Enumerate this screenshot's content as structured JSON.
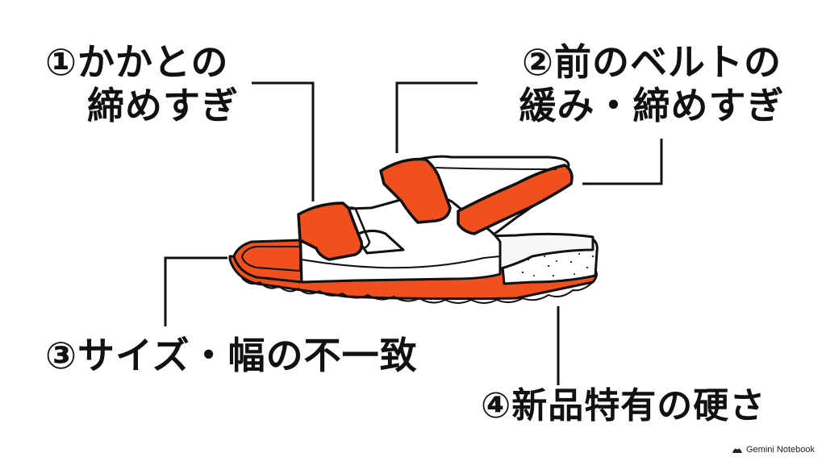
{
  "labels": {
    "heel": {
      "lines": [
        "①かかとの",
        "締めすぎ"
      ]
    },
    "front_belt": {
      "lines": [
        "②前のベルトの",
        "緩み・締めすぎ"
      ]
    },
    "size": {
      "lines": [
        "③サイズ・幅の不一致"
      ]
    },
    "stiffness": {
      "lines": [
        "④新品特有の硬さ"
      ]
    }
  },
  "watermark": {
    "text": "Gemini Notebook"
  },
  "colors": {
    "accent": "#f0501e",
    "ink": "#111111",
    "footbed": "#f7f7f5",
    "cork": "#ffffff"
  }
}
